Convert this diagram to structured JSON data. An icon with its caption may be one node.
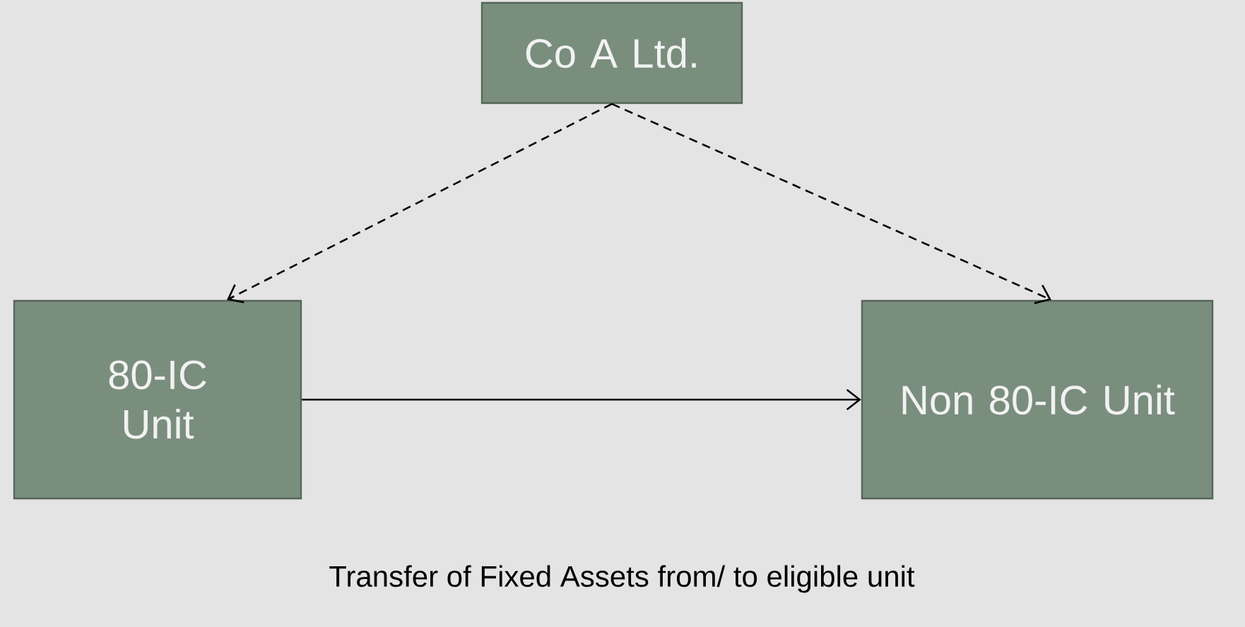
{
  "diagram": {
    "caption": "Transfer of Fixed Assets from/ to eligible unit",
    "nodes": [
      {
        "text": [
          "Co A Ltd."
        ]
      },
      {
        "text": [
          "80-IC Unit"
        ]
      },
      {
        "text": [
          "Non 80-IC Unit"
        ]
      }
    ],
    "edges": [
      {
        "from": 0,
        "to": 1,
        "arrow": "to",
        "style": "dashed"
      },
      {
        "from": 0,
        "to": 2,
        "arrow": "to",
        "style": "dashed"
      },
      {
        "from": 1,
        "to": 2,
        "arrow": "to"
      }
    ]
  }
}
